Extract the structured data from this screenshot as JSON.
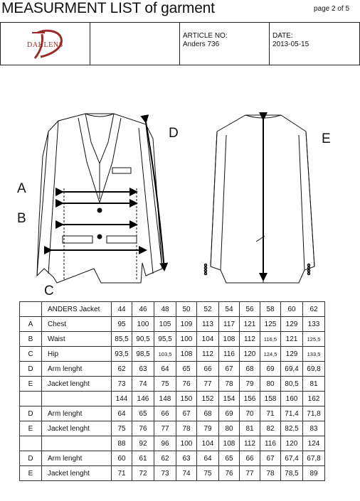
{
  "header": {
    "title": "MEASURMENT LIST of garment",
    "page": "page 2 of 5",
    "logo_text": "DAHLENS",
    "article_label": "ARTICLE NO:",
    "article_value": "Anders 736",
    "date_label": "DATE:",
    "date_value": "2013-05-15"
  },
  "drawing_labels": {
    "a": "A",
    "b": "B",
    "c": "C",
    "d": "D",
    "e": "E"
  },
  "table": {
    "rows": [
      {
        "code": "",
        "label": "ANDERS  Jacket",
        "values": [
          "44",
          "46",
          "48",
          "50",
          "52",
          "54",
          "56",
          "58",
          "60",
          "62"
        ]
      },
      {
        "code": "A",
        "label": "Chest",
        "values": [
          "95",
          "100",
          "105",
          "109",
          "113",
          "117",
          "121",
          "125",
          "129",
          "133"
        ]
      },
      {
        "code": "B",
        "label": "Waist",
        "values": [
          "85,5",
          "90,5",
          "95,5",
          "100",
          "104",
          "108",
          "112",
          "116,5",
          "121",
          "125,5"
        ]
      },
      {
        "code": "C",
        "label": "Hip",
        "values": [
          "93,5",
          "98,5",
          "103,5",
          "108",
          "112",
          "116",
          "120",
          "124,5",
          "129",
          "133,5"
        ]
      },
      {
        "code": "D",
        "label": "Arm lenght",
        "values": [
          "62",
          "63",
          "64",
          "65",
          "66",
          "67",
          "68",
          "69",
          "69,4",
          "69,8"
        ]
      },
      {
        "code": "E",
        "label": "Jacket lenght",
        "values": [
          "73",
          "74",
          "75",
          "76",
          "77",
          "78",
          "79",
          "80",
          "80,5",
          "81"
        ]
      },
      {
        "code": "",
        "label": "",
        "values": [
          "144",
          "146",
          "148",
          "150",
          "152",
          "154",
          "156",
          "158",
          "160",
          "162"
        ]
      },
      {
        "code": "D",
        "label": "Arm lenght",
        "values": [
          "64",
          "65",
          "66",
          "67",
          "68",
          "69",
          "70",
          "71",
          "71,4",
          "71,8"
        ]
      },
      {
        "code": "E",
        "label": "Jacket lenght",
        "values": [
          "75",
          "76",
          "77",
          "78",
          "79",
          "80",
          "81",
          "82",
          "82,5",
          "83"
        ]
      },
      {
        "code": "",
        "label": "",
        "values": [
          "88",
          "92",
          "96",
          "100",
          "104",
          "108",
          "112",
          "116",
          "120",
          "124"
        ]
      },
      {
        "code": "D",
        "label": "Arm lenght",
        "values": [
          "60",
          "61",
          "62",
          "63",
          "64",
          "65",
          "66",
          "67",
          "67,4",
          "67,8"
        ]
      },
      {
        "code": "E",
        "label": "Jacket lenght",
        "values": [
          "71",
          "72",
          "73",
          "74",
          "75",
          "76",
          "77",
          "78",
          "78,5",
          "89"
        ]
      }
    ]
  }
}
